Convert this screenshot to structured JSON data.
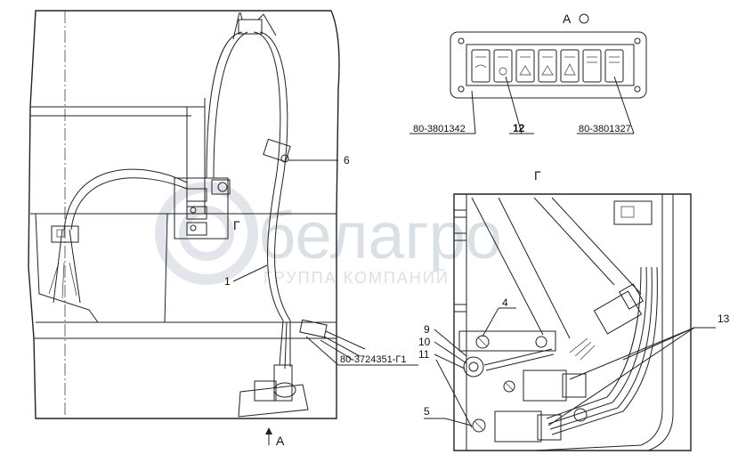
{
  "view_labels": {
    "view_a_top": "А",
    "view_a_bottom": "А",
    "view_g_main": "Г",
    "view_g_detail": "Г"
  },
  "callouts": {
    "c1": "1",
    "c4": "4",
    "c5": "5",
    "c6": "6",
    "c9": "9",
    "c10": "10",
    "c11": "11",
    "c12": "12",
    "c13": "13"
  },
  "part_numbers": {
    "panel_left": "80-3801342",
    "panel_right": "80-3801327",
    "harness": "80-3724351-Г1"
  },
  "watermark": {
    "brand": "белагро",
    "subtitle": "ГРУППА КОМПАНИЙ"
  }
}
